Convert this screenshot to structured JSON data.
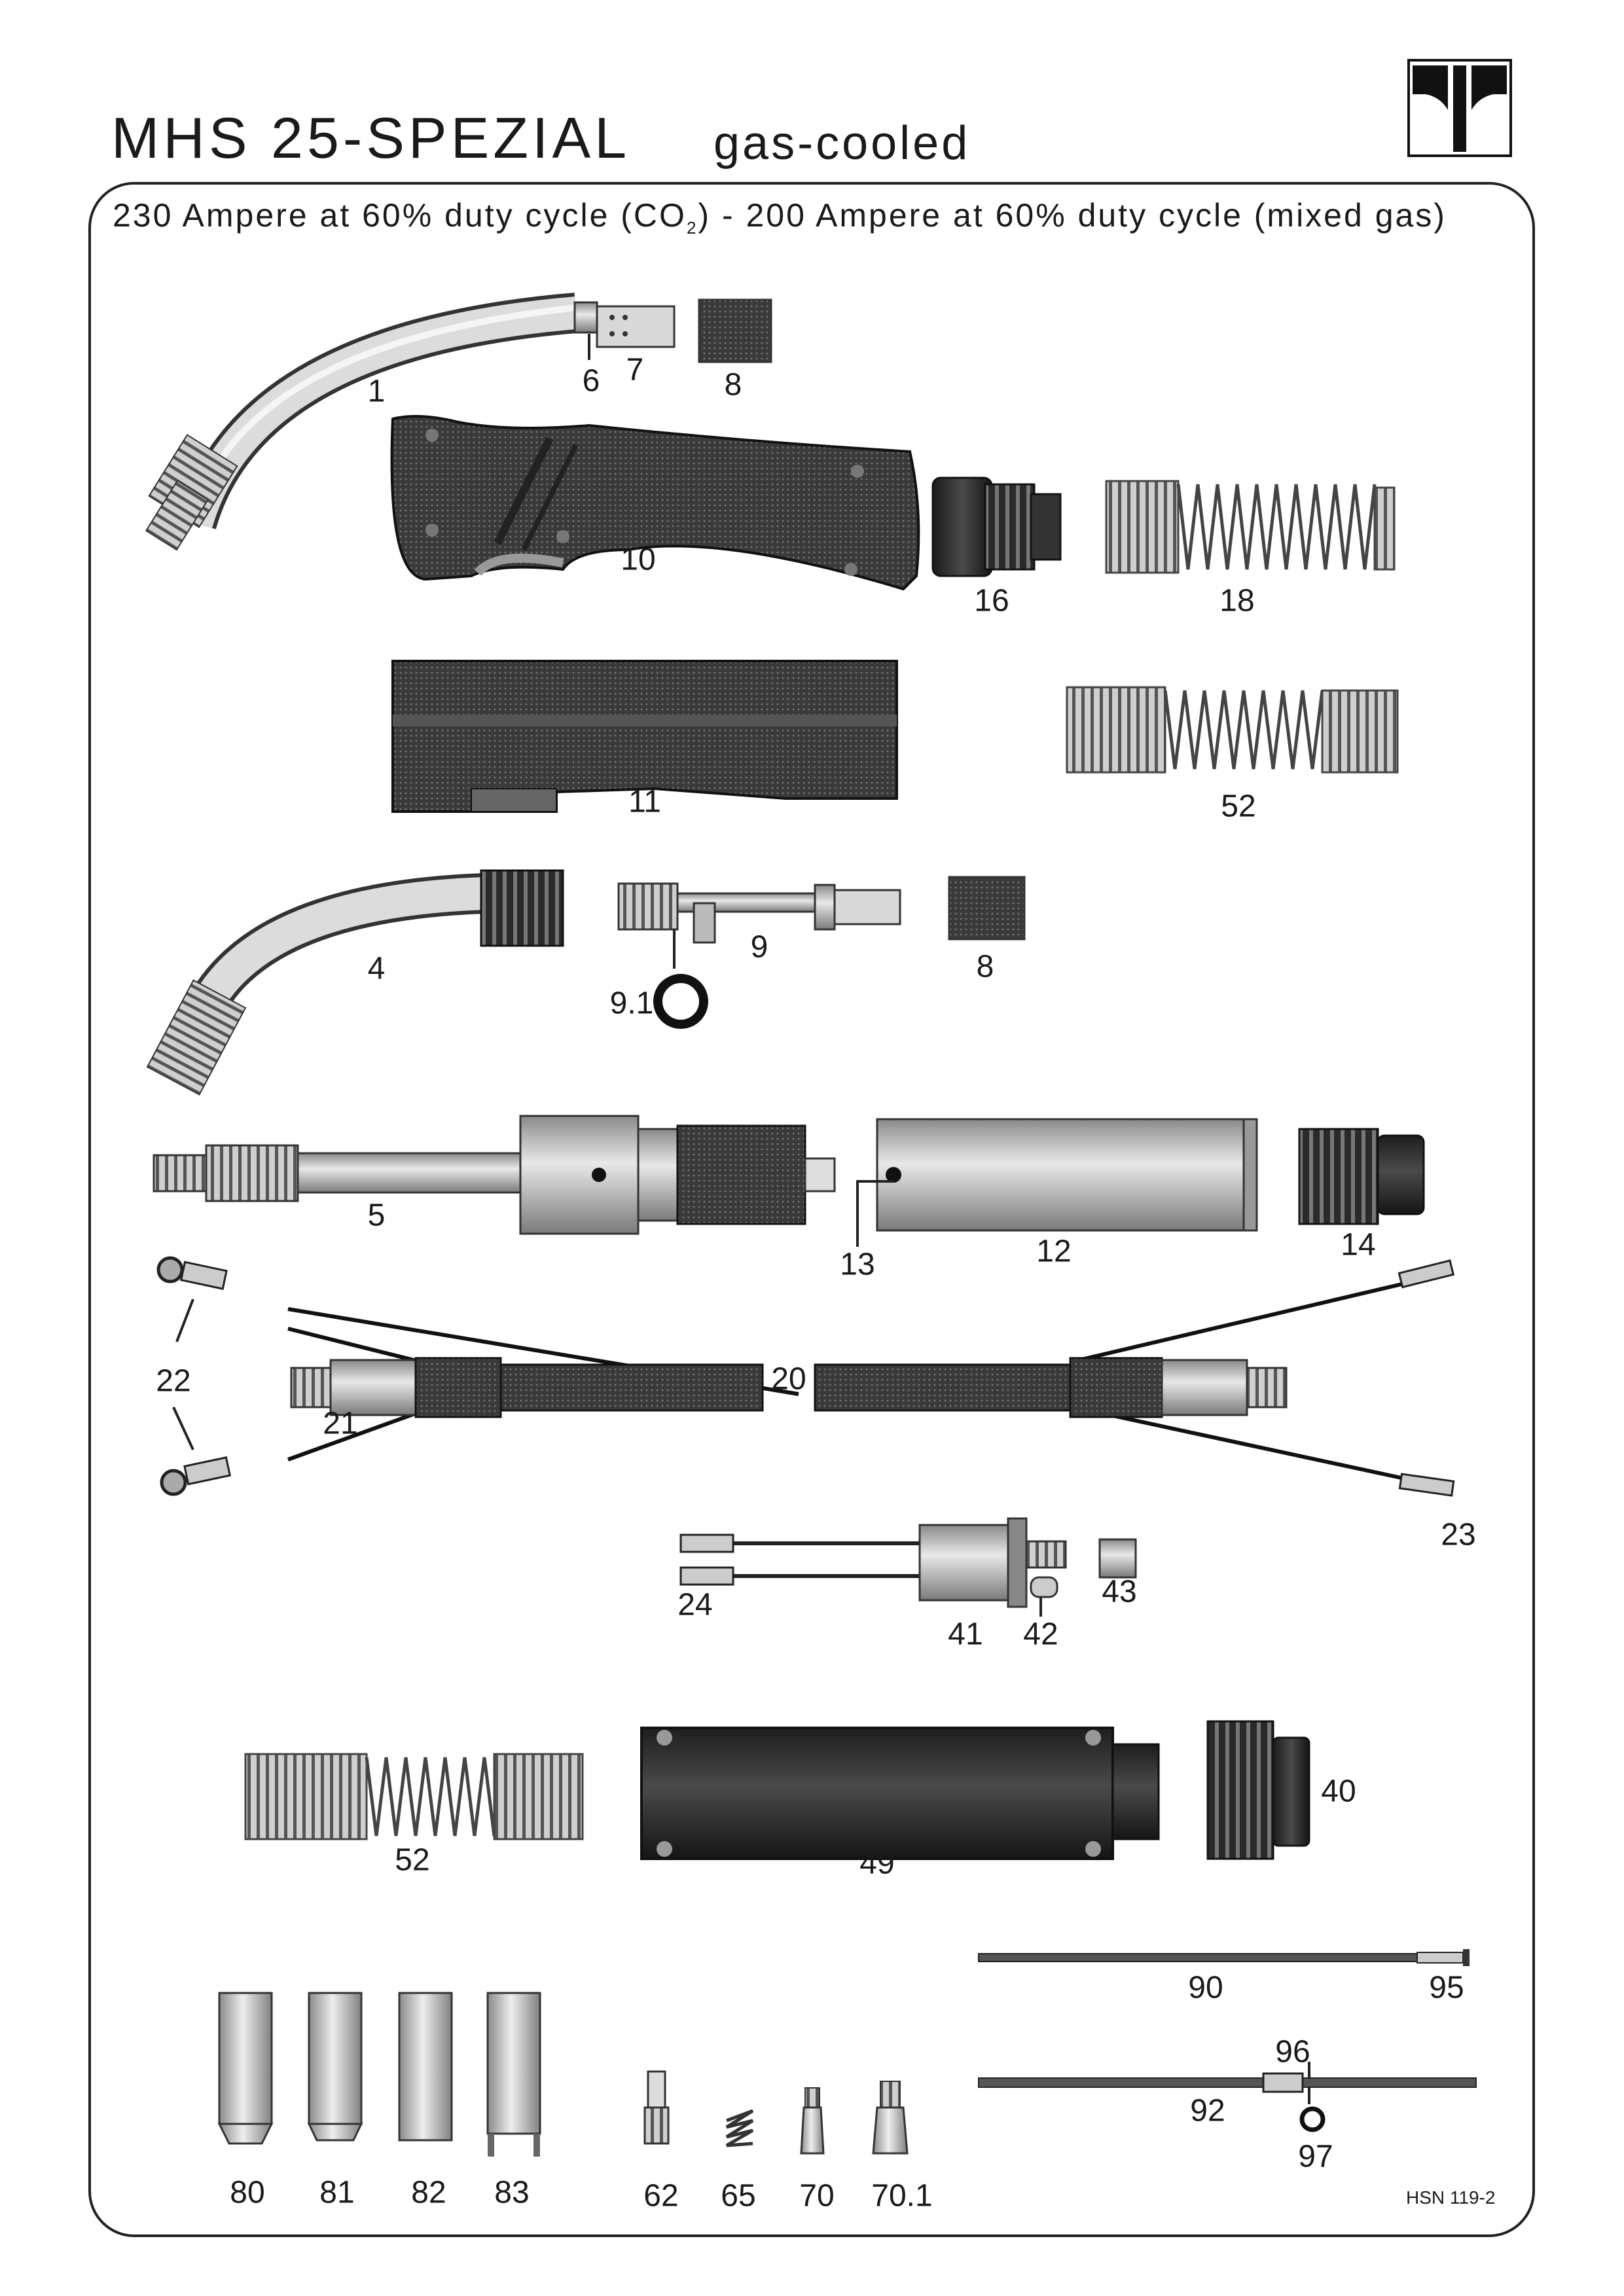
{
  "header": {
    "title": "MHS 25-SPEZIAL",
    "subtitle": "gas-cooled",
    "rating_part1": "230 Ampere at 60% duty cycle (CO",
    "rating_sub": "2",
    "rating_part2": ") - 200 Ampere at 60% duty cycle (mixed gas)"
  },
  "labels": {
    "p1": "1",
    "p6": "6",
    "p7": "7",
    "p8a": "8",
    "p10": "10",
    "p16": "16",
    "p18": "18",
    "p11": "11",
    "p52a": "52",
    "p4": "4",
    "p9": "9",
    "p91": "9.1",
    "p8b": "8",
    "p5": "5",
    "p12": "12",
    "p13": "13",
    "p14": "14",
    "p22": "22",
    "p21": "21",
    "p20": "20",
    "p23": "23",
    "p24": "24",
    "p41": "41",
    "p42": "42",
    "p43": "43",
    "p52b": "52",
    "p49": "49",
    "p40": "40",
    "p90": "90",
    "p95": "95",
    "p96": "96",
    "p92": "92",
    "p97": "97",
    "p80": "80",
    "p81": "81",
    "p82": "82",
    "p83": "83",
    "p62": "62",
    "p65": "65",
    "p70": "70",
    "p701": "70.1"
  },
  "footer": {
    "doc_number": "HSN 119-2"
  },
  "icons": {
    "logo": "manufacturer-logo"
  }
}
